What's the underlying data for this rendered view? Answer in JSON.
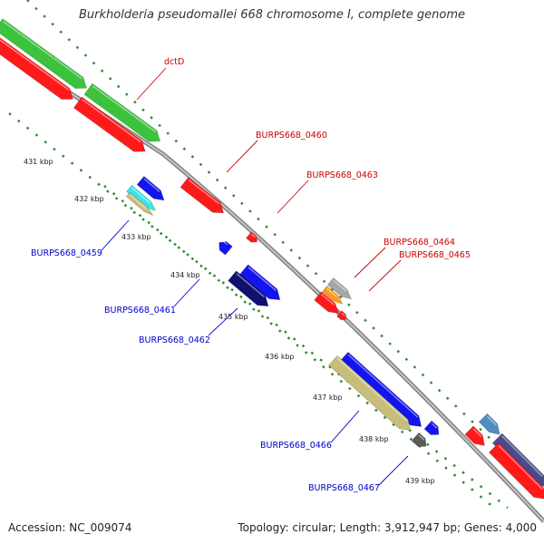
{
  "title": "Burkholderia pseudomallei 668 chromosome I, complete genome",
  "footer": {
    "accession": "Accession: NC_009074",
    "summary": "Topology: circular; Length: 3,912,947 bp; Genes: 4,000"
  },
  "ticks": [
    "431 kbp",
    "432 kbp",
    "433 kbp",
    "434 kbp",
    "435 kbp",
    "436 kbp",
    "437 kbp",
    "438 kbp",
    "439 kbp"
  ],
  "labels": {
    "dctD": "dctD",
    "b0459": "BURPS668_0459",
    "b0460": "BURPS668_0460",
    "b0461": "BURPS668_0461",
    "b0462": "BURPS668_0462",
    "b0463": "BURPS668_0463",
    "b0464": "BURPS668_0464",
    "b0465": "BURPS668_0465",
    "b0466": "BURPS668_0466",
    "b0467": "BURPS668_0467"
  },
  "colors": {
    "forward_label": "#cc0000",
    "reverse_label": "#0000cc",
    "backbone": "#8c8c8c",
    "tick_green": "#2e8b2e",
    "green": "#3cc23c",
    "red": "#ff1a1a",
    "blue": "#1414ee",
    "navy": "#101070",
    "khaki": "#c8bd7a",
    "cyan": "#39e6f0",
    "orange": "#ff9a1a",
    "gray": "#a6a6a6",
    "darkgray": "#5a5a5a",
    "steelblue": "#4f8fc0",
    "slate": "#4a4a8a"
  }
}
